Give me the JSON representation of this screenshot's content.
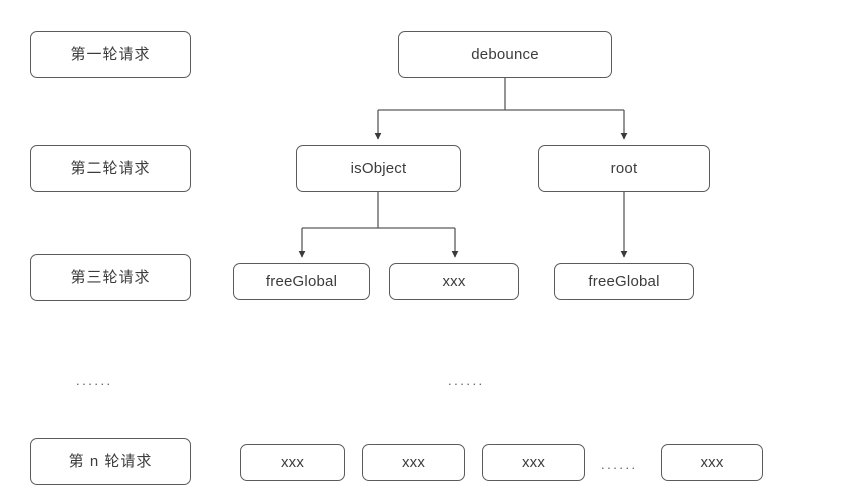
{
  "diagram": {
    "title": "debounce call tree by request round",
    "stroke_color": "#5b5b5b",
    "text_color": "#3c3c3c",
    "background_color": "#ffffff",
    "round_labels": [
      {
        "id": "round-1",
        "text": "第一轮请求"
      },
      {
        "id": "round-2",
        "text": "第二轮请求"
      },
      {
        "id": "round-3",
        "text": "第三轮请求"
      },
      {
        "id": "round-n",
        "text": "第 n 轮请求"
      }
    ],
    "nodes": {
      "root_call": "debounce",
      "level2_left": "isObject",
      "level2_right": "root",
      "level3_a": "freeGlobal",
      "level3_b": "xxx",
      "level3_c": "freeGlobal",
      "level_n_a": "xxx",
      "level_n_b": "xxx",
      "level_n_c": "xxx",
      "level_n_d": "xxx"
    },
    "ellipses": {
      "left_column": "......",
      "tree_column": "......",
      "bottom_row": "......"
    }
  }
}
